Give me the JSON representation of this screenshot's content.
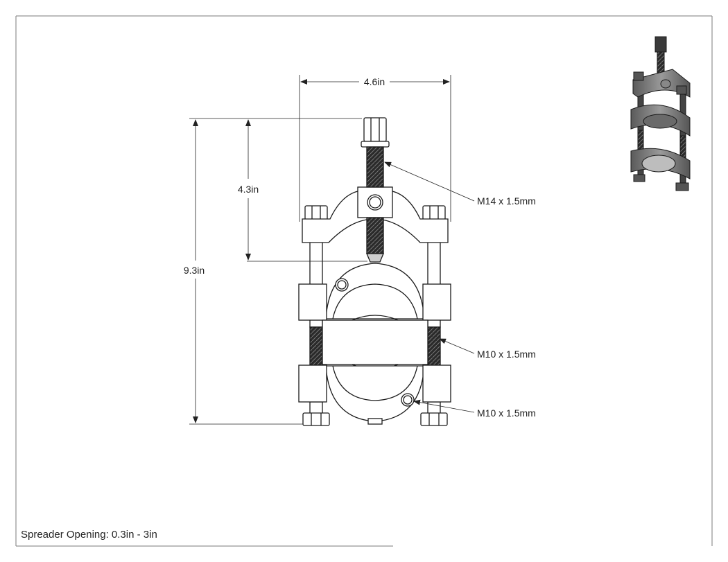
{
  "drawing": {
    "dimensions": {
      "overall_width": "4.6in",
      "overall_height": "9.3in",
      "screw_travel": "4.3in"
    },
    "callouts": {
      "forcing_screw": "M14 x 1.5mm",
      "rod_thread": "M10 x 1.5mm",
      "clamp_bolt": "M10 x 1.5mm"
    },
    "footer_note": "Spreader Opening: 0.3in - 3in"
  }
}
